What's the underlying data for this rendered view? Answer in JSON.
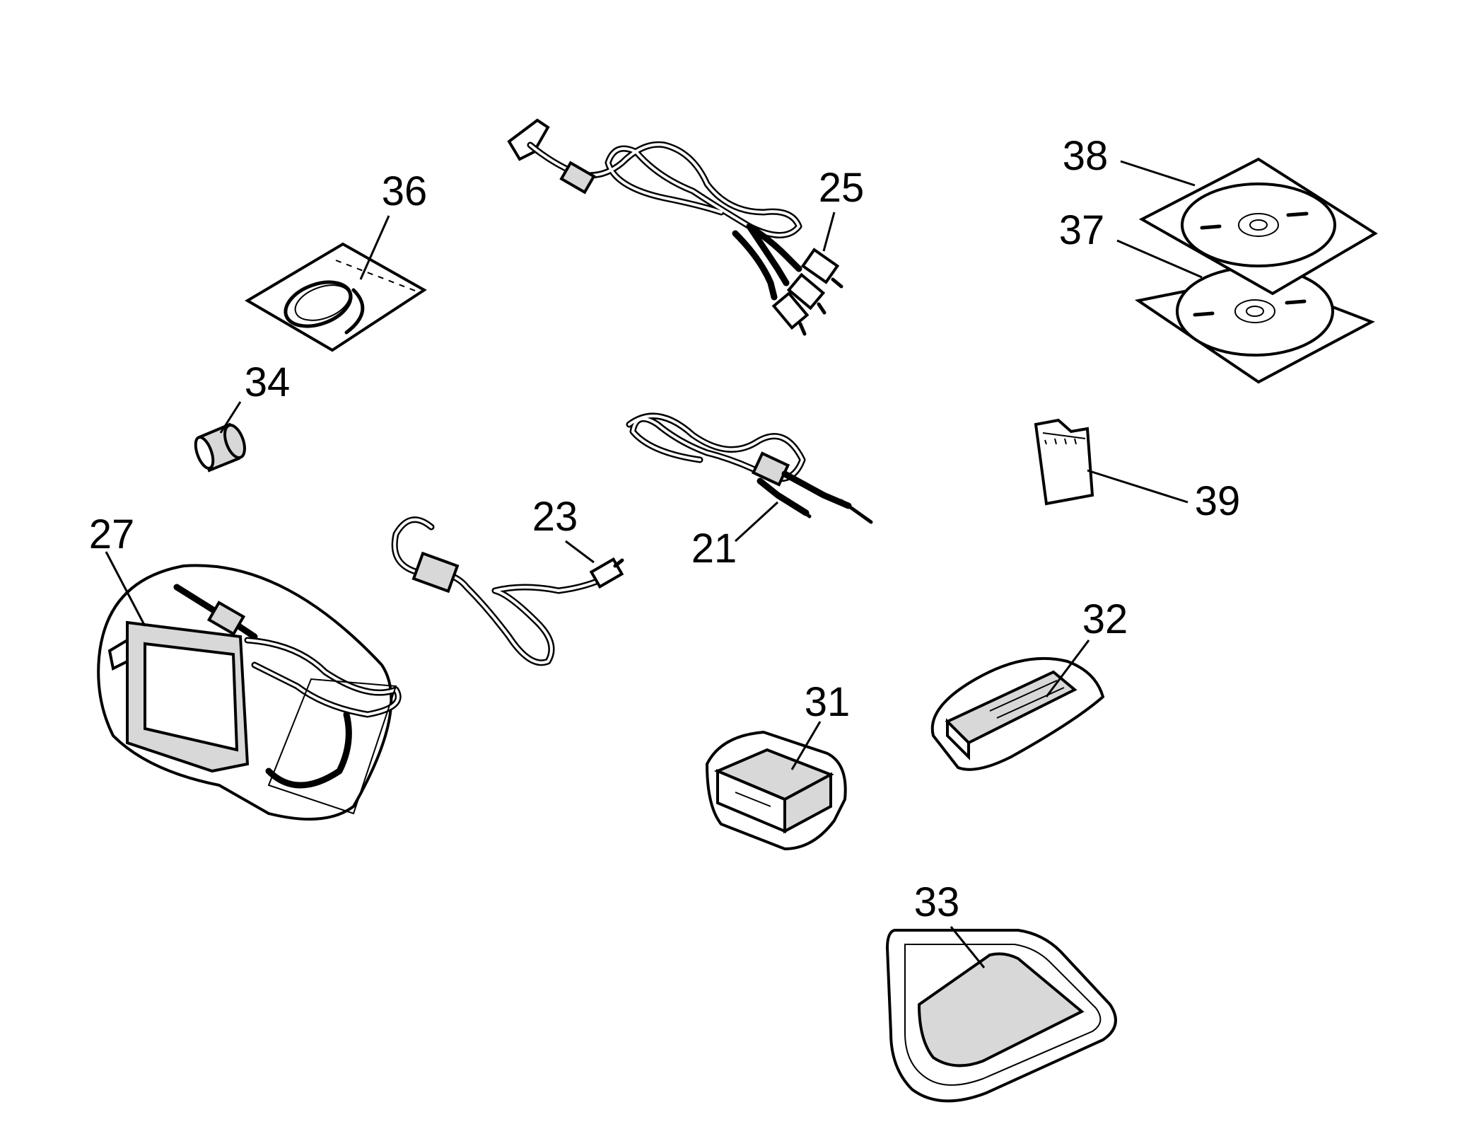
{
  "parts": [
    {
      "id": "p21",
      "label": "21",
      "icon": "cable-icon"
    },
    {
      "id": "p23",
      "label": "23",
      "icon": "usb-cable-icon"
    },
    {
      "id": "p25",
      "label": "25",
      "icon": "av-cable-icon"
    },
    {
      "id": "p27",
      "label": "27",
      "icon": "ac-adapter-icon"
    },
    {
      "id": "p31",
      "label": "31",
      "icon": "battery-icon"
    },
    {
      "id": "p32",
      "label": "32",
      "icon": "battery-pack-icon"
    },
    {
      "id": "p33",
      "label": "33",
      "icon": "pouch-icon"
    },
    {
      "id": "p34",
      "label": "34",
      "icon": "ferrite-core-icon"
    },
    {
      "id": "p36",
      "label": "36",
      "icon": "strap-bag-icon"
    },
    {
      "id": "p37",
      "label": "37",
      "icon": "cd-rom-icon"
    },
    {
      "id": "p38",
      "label": "38",
      "icon": "cd-rom-icon"
    },
    {
      "id": "p39",
      "label": "39",
      "icon": "sd-card-icon"
    }
  ]
}
